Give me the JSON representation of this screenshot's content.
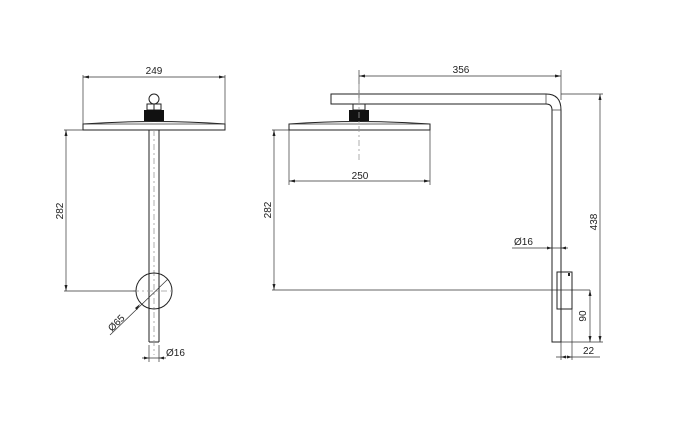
{
  "drawing": {
    "front_view": {
      "head_width": "249",
      "arm_height": "282",
      "flange_diameter": "Ø65",
      "pipe_diameter": "Ø16"
    },
    "side_view": {
      "arm_reach": "356",
      "head_diameter": "250",
      "head_drop": "282",
      "total_height": "438",
      "pipe_diameter": "Ø16",
      "wall_bracket_height": "90",
      "wall_offset": "22"
    },
    "colors": {
      "line": "#222222",
      "centerline": "#999999",
      "fill_dark": "#111111"
    }
  }
}
